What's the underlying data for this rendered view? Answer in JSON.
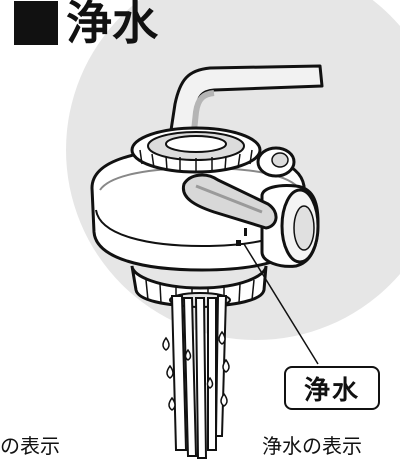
{
  "title": {
    "text": "浄水"
  },
  "labels": {
    "left": "の表示",
    "right": "浄水の表示"
  },
  "badge": {
    "text": "浄水"
  },
  "colors": {
    "background_circle": "#e6e6e6",
    "ink": "#111111",
    "device_fill": "#ffffff",
    "shade": "#d0d0d0"
  }
}
